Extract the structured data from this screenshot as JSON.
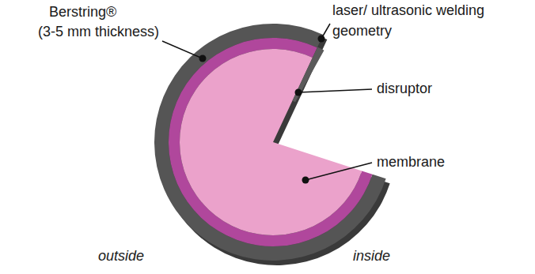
{
  "diagram": {
    "labels": [
      "Berstring®",
      "(3-5 mm thickness)",
      "laser/ ultrasonic welding geometry",
      "disruptor",
      "membrane",
      "outside",
      "inside"
    ]
  }
}
